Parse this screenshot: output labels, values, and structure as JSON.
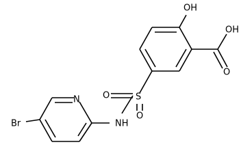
{
  "molecule": {
    "atoms": {
      "oh_top": "OH",
      "oh_acid": "OH",
      "o_acid": "O",
      "s": "S",
      "o_s_left": "O",
      "o_s_bottom": "O",
      "nh": "NH",
      "n_pyridine": "N",
      "br": "Br"
    }
  }
}
